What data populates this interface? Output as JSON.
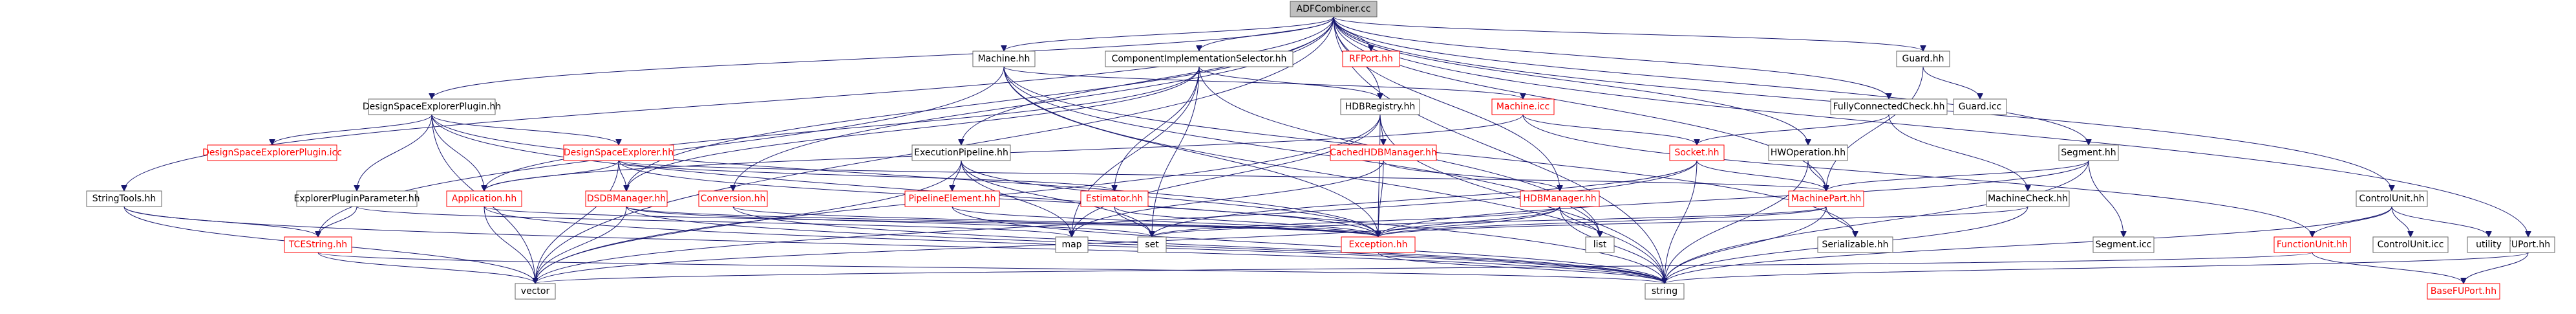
{
  "colors": {
    "edge": "#191970",
    "border_default": "#666666",
    "border_linked": "#ff0000",
    "text_default": "#000000",
    "text_linked": "#ff0000",
    "root_fill": "#bfbfbf",
    "node_fill": "#ffffff"
  },
  "nodes": [
    {
      "id": "root",
      "label": "ADFCombiner.cc",
      "style": "root"
    },
    {
      "id": "machine_hh",
      "label": "Machine.hh",
      "style": "default"
    },
    {
      "id": "cis_hh",
      "label": "ComponentImplementationSelector.hh",
      "style": "default"
    },
    {
      "id": "rfport",
      "label": "RFPort.hh",
      "style": "linked"
    },
    {
      "id": "guard_hh",
      "label": "Guard.hh",
      "style": "default"
    },
    {
      "id": "dsep_hh",
      "label": "DesignSpaceExplorerPlugin.hh",
      "style": "default"
    },
    {
      "id": "hdbreg",
      "label": "HDBRegistry.hh",
      "style": "default"
    },
    {
      "id": "machine_icc",
      "label": "Machine.icc",
      "style": "linked"
    },
    {
      "id": "fcc",
      "label": "FullyConnectedCheck.hh",
      "style": "default"
    },
    {
      "id": "guard_icc",
      "label": "Guard.icc",
      "style": "default"
    },
    {
      "id": "dsep_icc",
      "label": "DesignSpaceExplorerPlugin.icc",
      "style": "linked"
    },
    {
      "id": "dse_hh",
      "label": "DesignSpaceExplorer.hh",
      "style": "linked"
    },
    {
      "id": "cachedhdb",
      "label": "CachedHDBManager.hh",
      "style": "linked"
    },
    {
      "id": "socket",
      "label": "Socket.hh",
      "style": "linked"
    },
    {
      "id": "hwop",
      "label": "HWOperation.hh",
      "style": "default"
    },
    {
      "id": "segment",
      "label": "Segment.hh",
      "style": "default"
    },
    {
      "id": "execpipe",
      "label": "ExecutionPipeline.hh",
      "style": "default"
    },
    {
      "id": "stringtools",
      "label": "StringTools.hh",
      "style": "default"
    },
    {
      "id": "epp",
      "label": "ExplorerPluginParameter.hh",
      "style": "default"
    },
    {
      "id": "app",
      "label": "Application.hh",
      "style": "linked"
    },
    {
      "id": "dsdb",
      "label": "DSDBManager.hh",
      "style": "linked"
    },
    {
      "id": "conversion",
      "label": "Conversion.hh",
      "style": "linked"
    },
    {
      "id": "pipelem",
      "label": "PipelineElement.hh",
      "style": "linked"
    },
    {
      "id": "estimator",
      "label": "Estimator.hh",
      "style": "linked"
    },
    {
      "id": "hdbmgr",
      "label": "HDBManager.hh",
      "style": "linked"
    },
    {
      "id": "machinepart",
      "label": "MachinePart.hh",
      "style": "linked"
    },
    {
      "id": "machinecheck",
      "label": "MachineCheck.hh",
      "style": "default"
    },
    {
      "id": "segment_icc",
      "label": "Segment.icc",
      "style": "default"
    },
    {
      "id": "controlunit",
      "label": "ControlUnit.hh",
      "style": "default"
    },
    {
      "id": "fuport",
      "label": "FUPort.hh",
      "style": "default"
    },
    {
      "id": "tcestring",
      "label": "TCEString.hh",
      "style": "linked"
    },
    {
      "id": "map",
      "label": "map",
      "style": "default"
    },
    {
      "id": "set",
      "label": "set",
      "style": "default"
    },
    {
      "id": "exception",
      "label": "Exception.hh",
      "style": "linked"
    },
    {
      "id": "list",
      "label": "list",
      "style": "default"
    },
    {
      "id": "serializable",
      "label": "Serializable.hh",
      "style": "default"
    },
    {
      "id": "functionunit",
      "label": "FunctionUnit.hh",
      "style": "linked"
    },
    {
      "id": "cu_icc",
      "label": "ControlUnit.icc",
      "style": "default"
    },
    {
      "id": "utility",
      "label": "utility",
      "style": "default"
    },
    {
      "id": "vector",
      "label": "vector",
      "style": "default"
    },
    {
      "id": "string",
      "label": "string",
      "style": "default"
    },
    {
      "id": "basefuport",
      "label": "BaseFUPort.hh",
      "style": "linked"
    }
  ],
  "edges": [
    [
      "root",
      "machine_hh"
    ],
    [
      "root",
      "cis_hh"
    ],
    [
      "root",
      "rfport"
    ],
    [
      "root",
      "guard_hh"
    ],
    [
      "root",
      "dsep_hh"
    ],
    [
      "root",
      "hdbreg"
    ],
    [
      "root",
      "fcc"
    ],
    [
      "root",
      "segment"
    ],
    [
      "root",
      "execpipe"
    ],
    [
      "root",
      "stringtools"
    ],
    [
      "root",
      "dsdb"
    ],
    [
      "root",
      "conversion"
    ],
    [
      "root",
      "hwop"
    ],
    [
      "root",
      "controlunit"
    ],
    [
      "root",
      "fuport"
    ],
    [
      "root",
      "vector"
    ],
    [
      "root",
      "string"
    ],
    [
      "root",
      "hdbmgr"
    ],
    [
      "root",
      "machinepart"
    ],
    [
      "machine_hh",
      "machine_icc"
    ],
    [
      "machine_hh",
      "exception"
    ],
    [
      "machine_hh",
      "tcestring"
    ],
    [
      "machine_hh",
      "serializable"
    ],
    [
      "machine_hh",
      "list"
    ],
    [
      "machine_hh",
      "string"
    ],
    [
      "cis_hh",
      "hdbreg"
    ],
    [
      "cis_hh",
      "dsdb"
    ],
    [
      "cis_hh",
      "map"
    ],
    [
      "cis_hh",
      "set"
    ],
    [
      "cis_hh",
      "estimator"
    ],
    [
      "cis_hh",
      "app"
    ],
    [
      "cis_hh",
      "list"
    ],
    [
      "guard_hh",
      "guard_icc"
    ],
    [
      "guard_hh",
      "machinepart"
    ],
    [
      "dsep_hh",
      "dsep_icc"
    ],
    [
      "dsep_hh",
      "dse_hh"
    ],
    [
      "dsep_hh",
      "epp"
    ],
    [
      "dsep_hh",
      "app"
    ],
    [
      "dsep_hh",
      "exception"
    ],
    [
      "dsep_hh",
      "string"
    ],
    [
      "dsep_hh",
      "vector"
    ],
    [
      "hdbreg",
      "cachedhdb"
    ],
    [
      "hdbreg",
      "exception"
    ],
    [
      "hdbreg",
      "string"
    ],
    [
      "hdbreg",
      "map"
    ],
    [
      "hdbreg",
      "vector"
    ],
    [
      "machine_icc",
      "socket"
    ],
    [
      "machine_icc",
      "app"
    ],
    [
      "machine_icc",
      "functionunit"
    ],
    [
      "fcc",
      "socket"
    ],
    [
      "fcc",
      "machinecheck"
    ],
    [
      "dse_hh",
      "dsdb"
    ],
    [
      "dse_hh",
      "estimator"
    ],
    [
      "dse_hh",
      "app"
    ],
    [
      "dse_hh",
      "exception"
    ],
    [
      "dse_hh",
      "machinepart"
    ],
    [
      "dse_hh",
      "vector"
    ],
    [
      "cachedhdb",
      "hdbmgr"
    ],
    [
      "cachedhdb",
      "map"
    ],
    [
      "cachedhdb",
      "exception"
    ],
    [
      "socket",
      "machinepart"
    ],
    [
      "socket",
      "set"
    ],
    [
      "socket",
      "string"
    ],
    [
      "socket",
      "vector"
    ],
    [
      "hwop",
      "machinepart"
    ],
    [
      "hwop",
      "string"
    ],
    [
      "segment",
      "machinepart"
    ],
    [
      "segment",
      "segment_icc"
    ],
    [
      "segment",
      "exception"
    ],
    [
      "segment",
      "string"
    ],
    [
      "execpipe",
      "pipelem"
    ],
    [
      "execpipe",
      "exception"
    ],
    [
      "execpipe",
      "map"
    ],
    [
      "execpipe",
      "set"
    ],
    [
      "execpipe",
      "vector"
    ],
    [
      "stringtools",
      "tcestring"
    ],
    [
      "stringtools",
      "vector"
    ],
    [
      "stringtools",
      "string"
    ],
    [
      "epp",
      "tcestring"
    ],
    [
      "epp",
      "map"
    ],
    [
      "app",
      "exception"
    ],
    [
      "app",
      "vector"
    ],
    [
      "app",
      "string"
    ],
    [
      "dsdb",
      "exception"
    ],
    [
      "dsdb",
      "set"
    ],
    [
      "dsdb",
      "vector"
    ],
    [
      "dsdb",
      "string"
    ],
    [
      "conversion",
      "exception"
    ],
    [
      "conversion",
      "string"
    ],
    [
      "pipelem",
      "exception"
    ],
    [
      "pipelem",
      "string"
    ],
    [
      "estimator",
      "exception"
    ],
    [
      "estimator",
      "set"
    ],
    [
      "hdbmgr",
      "exception"
    ],
    [
      "hdbmgr",
      "set"
    ],
    [
      "hdbmgr",
      "list"
    ],
    [
      "hdbmgr",
      "string"
    ],
    [
      "hdbmgr",
      "vector"
    ],
    [
      "machinepart",
      "serializable"
    ],
    [
      "machinepart",
      "exception"
    ],
    [
      "machinepart",
      "string"
    ],
    [
      "machinepart",
      "set"
    ],
    [
      "machinecheck",
      "exception"
    ],
    [
      "machinecheck",
      "string"
    ],
    [
      "controlunit",
      "functionunit"
    ],
    [
      "controlunit",
      "cu_icc"
    ],
    [
      "controlunit",
      "utility"
    ],
    [
      "controlunit",
      "string"
    ],
    [
      "functionunit",
      "basefuport"
    ],
    [
      "functionunit",
      "vector"
    ],
    [
      "fuport",
      "basefuport"
    ],
    [
      "fuport",
      "string"
    ],
    [
      "tcestring",
      "vector"
    ],
    [
      "tcestring",
      "string"
    ],
    [
      "exception",
      "string"
    ]
  ]
}
